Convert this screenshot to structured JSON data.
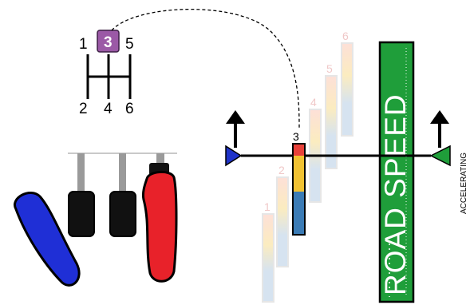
{
  "shift_pattern": {
    "top_gears": [
      "1",
      "3",
      "5"
    ],
    "bottom_gears": [
      "2",
      "4",
      "6"
    ],
    "selected_gear": "3",
    "selected_color": "#9b59a6"
  },
  "gear_bars": [
    {
      "label": "1",
      "active": false
    },
    {
      "label": "2",
      "active": false
    },
    {
      "label": "3",
      "active": true
    },
    {
      "label": "4",
      "active": false
    },
    {
      "label": "5",
      "active": false
    },
    {
      "label": "6",
      "active": false
    }
  ],
  "road_speed": {
    "label": "ROAD SPEED",
    "color": "#1f9e3a"
  },
  "accelerating_label": "ACCELERATING",
  "colors": {
    "bar_red": "#e8413a",
    "bar_yellow": "#f1c232",
    "bar_blue": "#3b7bb5",
    "left_marker": "#1f33c9",
    "right_marker": "#1f9e3a",
    "clutch_pedal": "#1f2fd6",
    "brake_pedal": "#111111",
    "gas_pedal": "#e8222a"
  },
  "icons": [
    "up-arrow-icon",
    "up-arrow-icon"
  ]
}
